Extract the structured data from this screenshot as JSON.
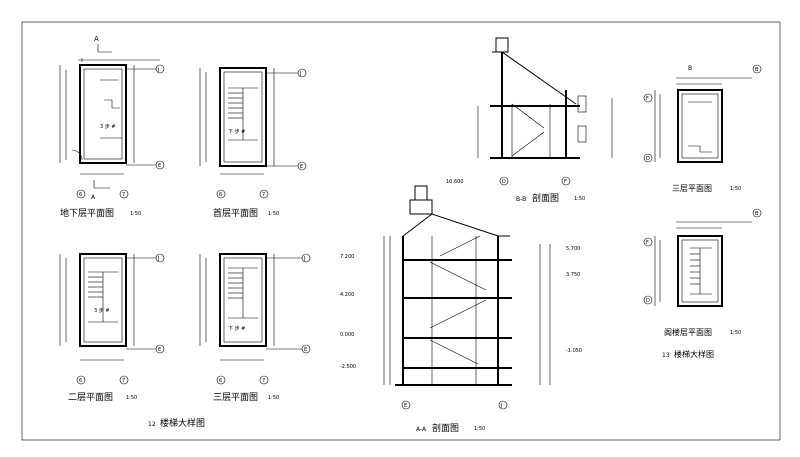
{
  "plans": {
    "basement": {
      "title": "地下层平面图",
      "scale": "1:50",
      "section_mark": "A",
      "room": "3 步 #",
      "axes": [
        "6",
        "7",
        "J",
        "E"
      ]
    },
    "ground": {
      "title": "首层平面图",
      "scale": "1:50",
      "room": "下 步 #",
      "axes": [
        "6",
        "7",
        "J",
        "E"
      ]
    },
    "second": {
      "title": "二层平面图",
      "scale": "1:50",
      "room": "3 步 #",
      "axes": [
        "6",
        "7",
        "J",
        "E"
      ]
    },
    "third": {
      "title": "三层平面图",
      "scale": "1:50",
      "room": "下 步 #",
      "axes": [
        "6",
        "7",
        "J",
        "E"
      ]
    },
    "group_title": "楼梯大样图",
    "group_number": "12"
  },
  "sections": {
    "aa": {
      "title": "剖面图",
      "label": "A-A",
      "scale": "1:50",
      "axes": [
        "E",
        "J"
      ]
    },
    "bb": {
      "title": "剖面图",
      "label": "B-B",
      "scale": "1:50",
      "axes": [
        "D",
        "F"
      ]
    }
  },
  "right_plans": {
    "third": {
      "title": "三层平面图",
      "scale": "1:50",
      "axes": [
        "D",
        "F",
        "B",
        "B"
      ]
    },
    "loft": {
      "title": "阁楼层平面图",
      "scale": "1:50",
      "axes": [
        "D",
        "F",
        "B"
      ]
    },
    "group_title": "楼梯大样图",
    "group_number": "13"
  },
  "elevations": [
    "7.200",
    "4.200",
    "3.750",
    "0.000",
    "-1.050",
    "-2.500",
    "5.700",
    "10.600"
  ]
}
